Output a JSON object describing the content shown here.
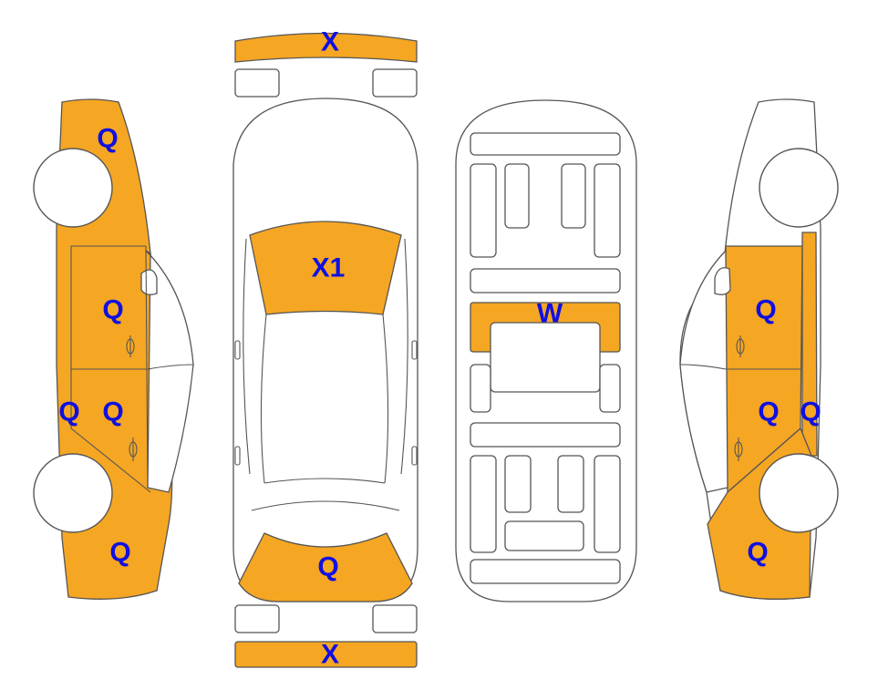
{
  "colors": {
    "damage_fill": "#F5A623",
    "code_text": "#1010E0",
    "outline": "#555555"
  },
  "codes": {
    "front_bumper": "X",
    "rear_bumper": "X",
    "hood": "X1",
    "trunk_lid": "Q",
    "floor_pan": "W",
    "left_front_fender": "Q",
    "left_front_door": "Q",
    "left_rear_door": "Q",
    "left_rocker": "Q",
    "left_rear_quarter": "Q",
    "right_front_door": "Q",
    "right_rear_door": "Q",
    "right_rocker": "Q",
    "right_rear_quarter": "Q"
  }
}
